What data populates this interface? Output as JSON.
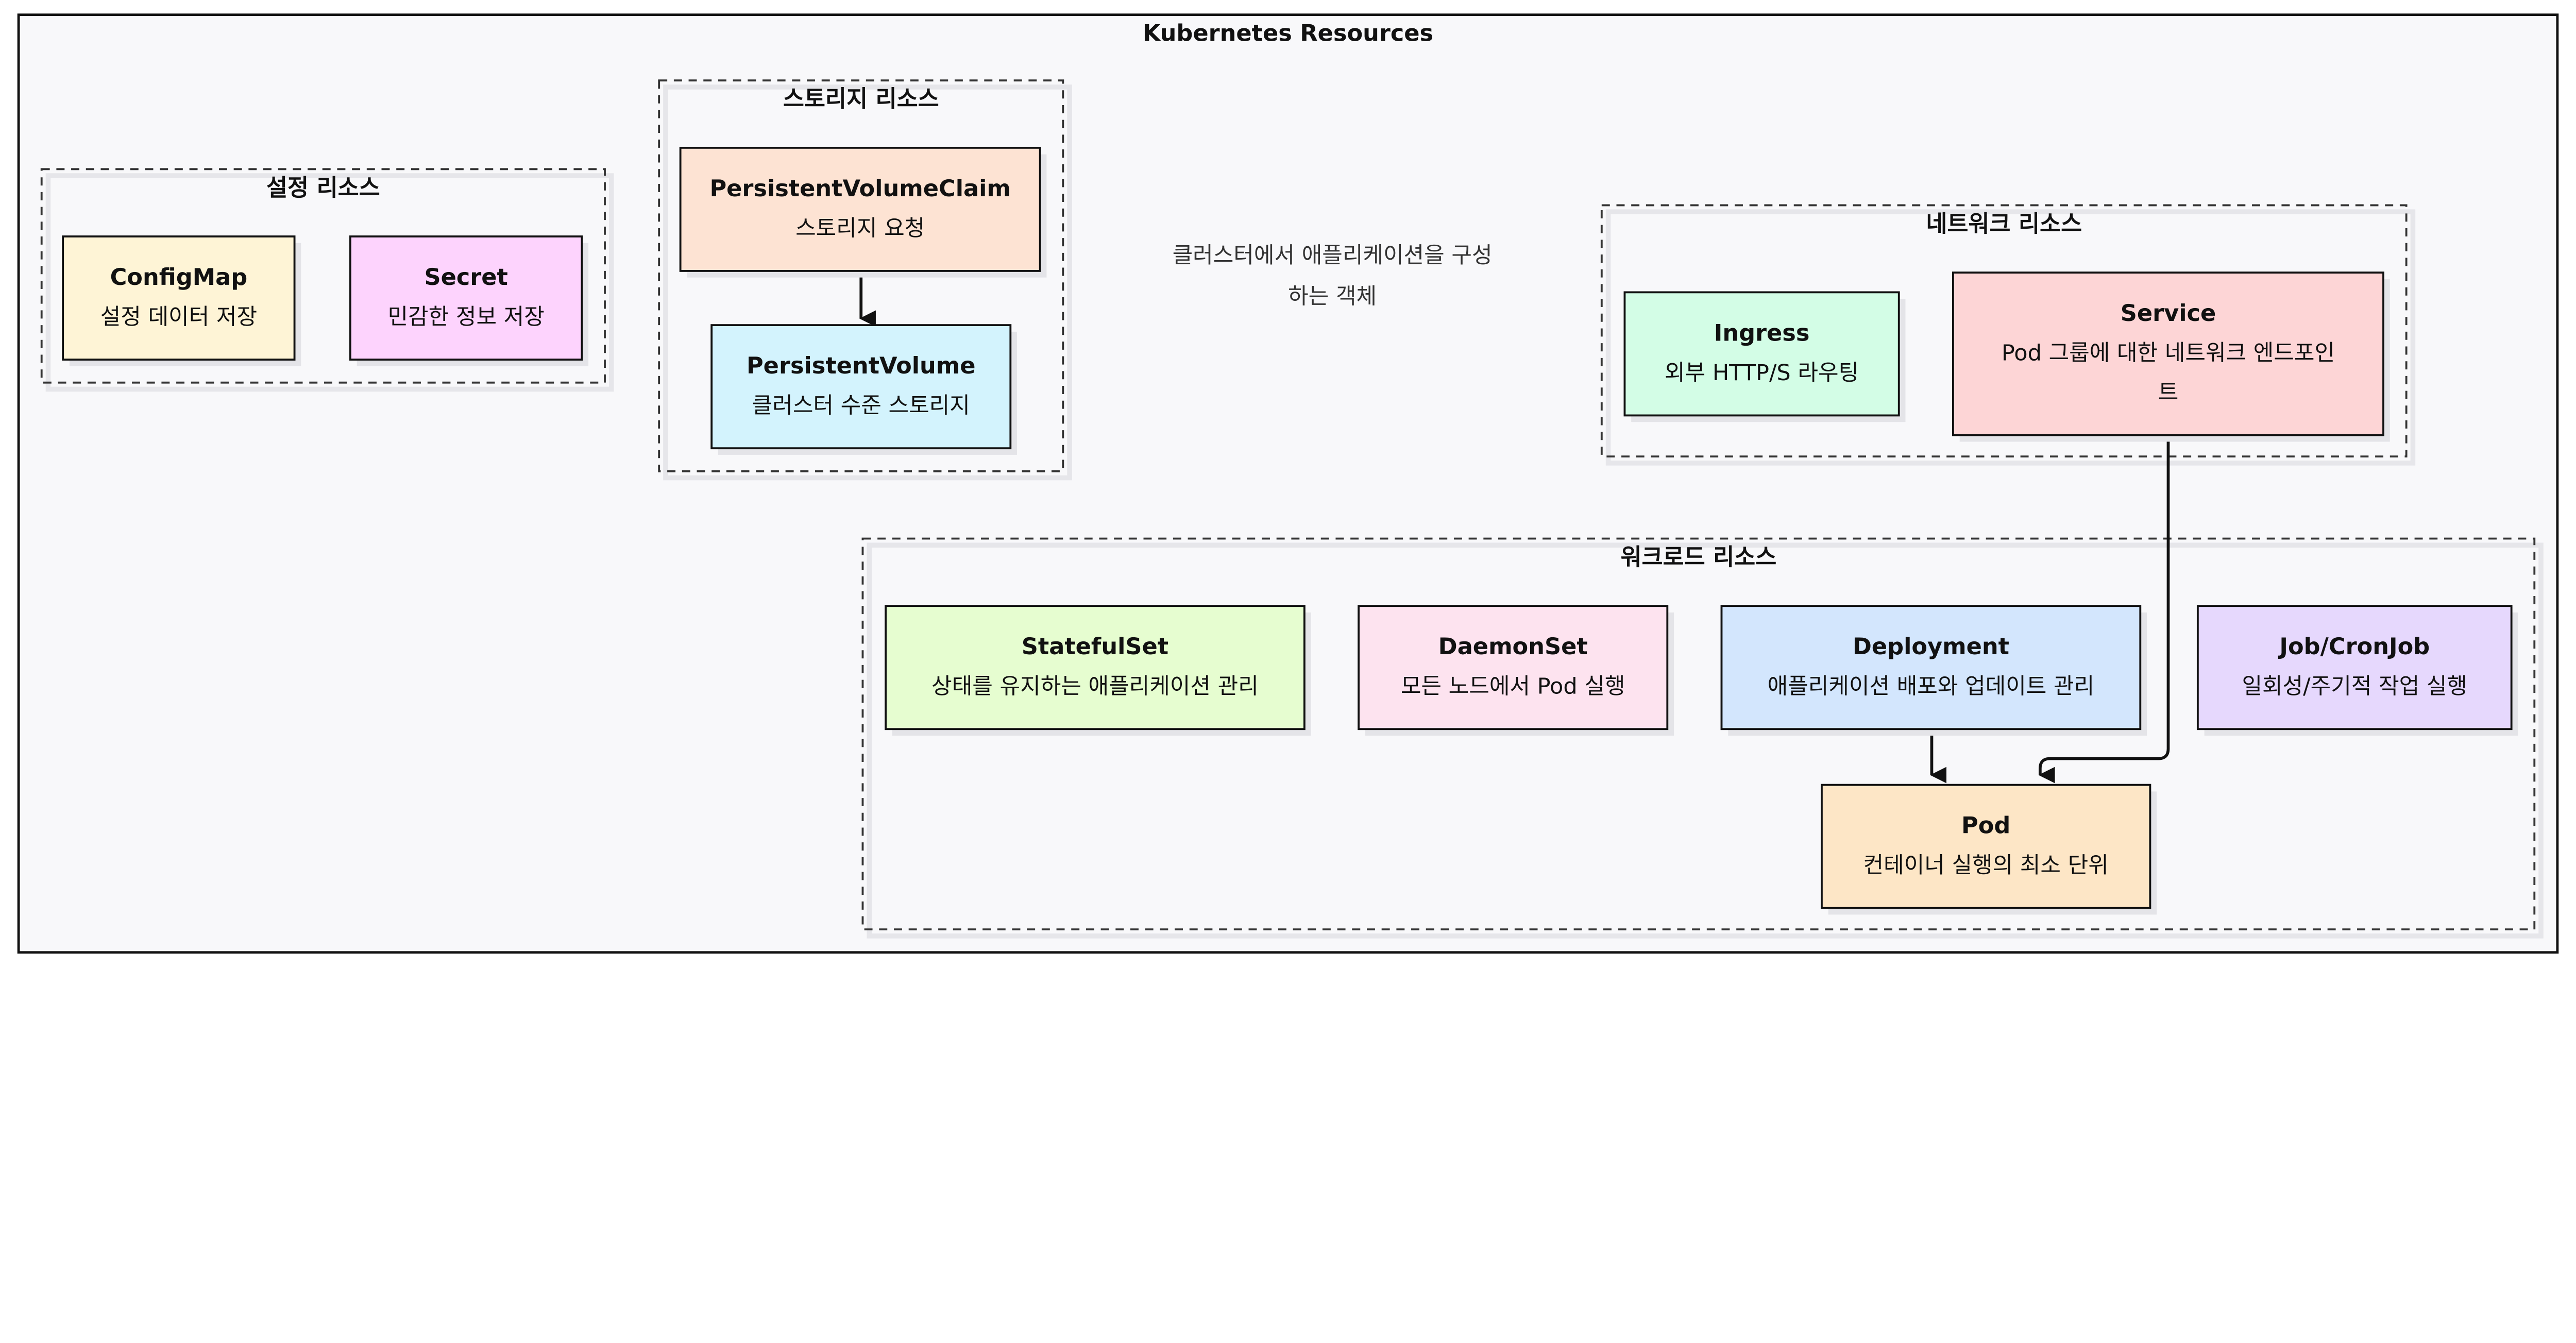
{
  "title": "Kubernetes Resources",
  "note_lines": [
    "클러스터에서 애플리케이션을 구성",
    "하는 객체"
  ],
  "colors": {
    "background": "#f8f8fa",
    "shadow": "#e4e4e8",
    "border": "#111111"
  },
  "groups": [
    {
      "id": "config",
      "title": "설정 리소스"
    },
    {
      "id": "storage",
      "title": "스토리지 리소스"
    },
    {
      "id": "network",
      "title": "네트워크 리소스"
    },
    {
      "id": "workload",
      "title": "워크로드 리소스"
    }
  ],
  "nodes": [
    {
      "id": "configmap",
      "title": "ConfigMap",
      "desc": [
        "설정 데이터 저장"
      ],
      "color": "#fef4d6"
    },
    {
      "id": "secret",
      "title": "Secret",
      "desc": [
        "민감한 정보 저장"
      ],
      "color": "#fdd3fd"
    },
    {
      "id": "pvc",
      "title": "PersistentVolumeClaim",
      "desc": [
        "스토리지 요청"
      ],
      "color": "#fde3d3"
    },
    {
      "id": "pv",
      "title": "PersistentVolume",
      "desc": [
        "클러스터 수준 스토리지"
      ],
      "color": "#d3f3fd"
    },
    {
      "id": "ingress",
      "title": "Ingress",
      "desc": [
        "외부 HTTP/S 라우팅"
      ],
      "color": "#d3fde6"
    },
    {
      "id": "service",
      "title": "Service",
      "desc": [
        "Pod 그룹에 대한 네트워크 엔드포인",
        "트"
      ],
      "color": "#fdd5d6"
    },
    {
      "id": "statefulset",
      "title": "StatefulSet",
      "desc": [
        "상태를 유지하는 애플리케이션 관리"
      ],
      "color": "#e6fdd0"
    },
    {
      "id": "daemonset",
      "title": "DaemonSet",
      "desc": [
        "모든 노드에서 Pod 실행"
      ],
      "color": "#fde3ef"
    },
    {
      "id": "deployment",
      "title": "Deployment",
      "desc": [
        "애플리케이션 배포와 업데이트 관리"
      ],
      "color": "#d3e6fd"
    },
    {
      "id": "job",
      "title": "Job/CronJob",
      "desc": [
        "일회성/주기적 작업 실행"
      ],
      "color": "#e6d8fd"
    },
    {
      "id": "pod",
      "title": "Pod",
      "desc": [
        "컨테이너 실행의 최소 단위"
      ],
      "color": "#fde6c6"
    }
  ],
  "edges": [
    {
      "from": "pvc",
      "to": "pv"
    },
    {
      "from": "deployment",
      "to": "pod"
    },
    {
      "from": "service",
      "to": "pod"
    }
  ]
}
